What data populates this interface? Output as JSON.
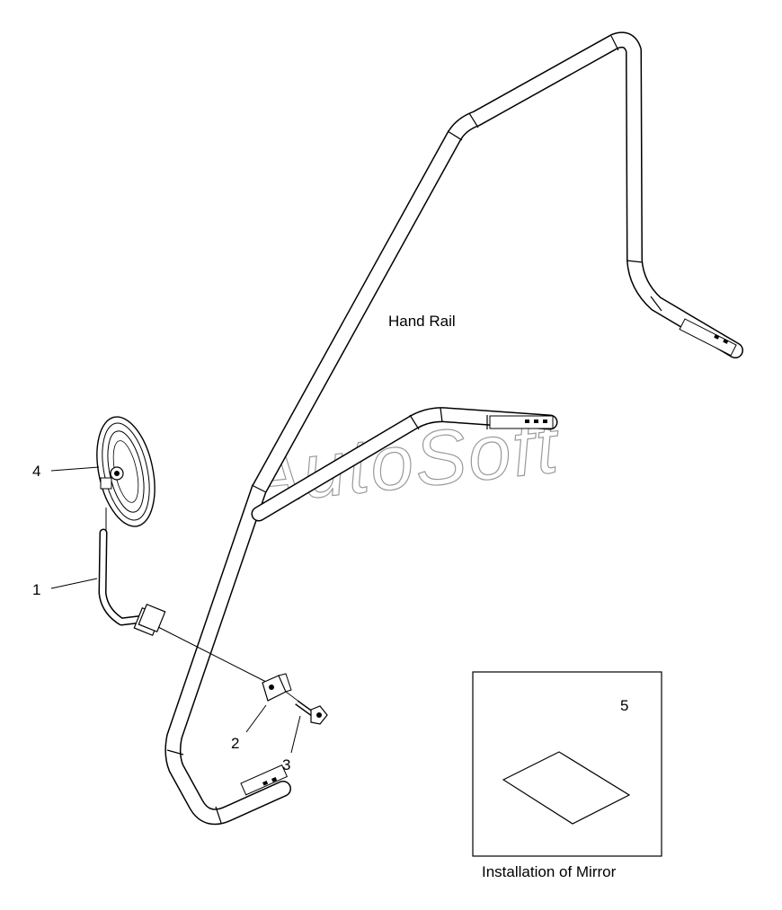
{
  "watermark": "AutoSoft",
  "labels": {
    "hand_rail": "Hand Rail",
    "installation_caption": "Installation of Mirror"
  },
  "callouts": [
    {
      "id": "1",
      "part": "mirror-stay"
    },
    {
      "id": "2",
      "part": "clamp"
    },
    {
      "id": "3",
      "part": "bolt"
    },
    {
      "id": "4",
      "part": "mirror"
    },
    {
      "id": "5",
      "part": "installation-sheet"
    }
  ]
}
